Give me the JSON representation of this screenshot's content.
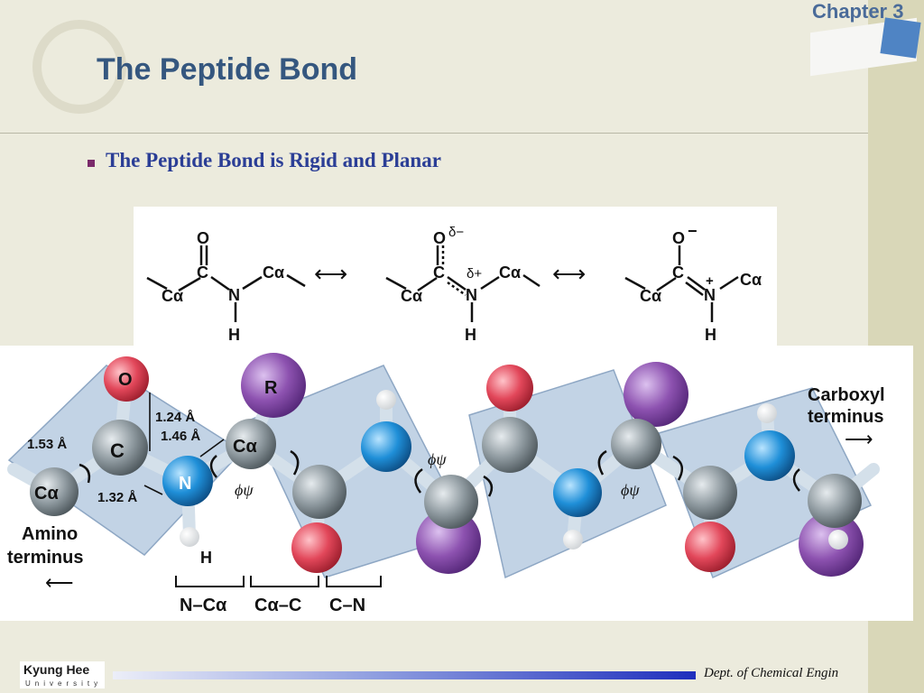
{
  "header": {
    "chapter": "Chapter 3",
    "title": "The Peptide Bond"
  },
  "bullet": {
    "text": "The Peptide Bond is Rigid and Planar"
  },
  "resonance": {
    "structure_1": {
      "O": "O",
      "C": "C",
      "N": "N",
      "H": "H",
      "Ca_left": "Cα",
      "Ca_right": "Cα"
    },
    "structure_2": {
      "O": "O",
      "delta_O": "δ−",
      "C": "C",
      "N": "N",
      "delta_N": "δ+",
      "H": "H",
      "Ca_left": "Cα",
      "Ca_right": "Cα"
    },
    "structure_3": {
      "O": "O",
      "O_charge": "−",
      "C": "C",
      "N": "N",
      "N_charge": "+",
      "H": "H",
      "Ca_left": "Cα",
      "Ca_right": "Cα"
    },
    "arrow_glyph": "⟷"
  },
  "model": {
    "atom_O": "O",
    "atom_R": "R",
    "atom_C": "C",
    "atom_N": "N",
    "atom_Ca_left": "Cα",
    "atom_Ca_mid": "Cα",
    "atom_H": "H",
    "bond_153": "1.53 Å",
    "bond_124": "1.24 Å",
    "bond_146": "1.46 Å",
    "bond_132": "1.32 Å",
    "phi_psi": "ϕψ",
    "carboxyl_1": "Carboxyl",
    "carboxyl_2": "terminus",
    "amino_1": "Amino",
    "amino_2": "terminus",
    "bracket_1": "N–Cα",
    "bracket_2": "Cα–C",
    "bracket_3": "C–N",
    "arrow_right": "⟶",
    "arrow_left": "⟵"
  },
  "footer": {
    "logo_main": "Kyung Hee",
    "logo_sub": "University",
    "dept": "Dept. of Chemical Engin"
  },
  "colors": {
    "title": "#35577f",
    "subtitle": "#2b3e96",
    "oxygen": "#e2475a",
    "nitrogen": "#1f8fd8",
    "carbon": "#8f9aa0",
    "r_group": "#8d52b0",
    "plane": "#b7cbe1"
  }
}
